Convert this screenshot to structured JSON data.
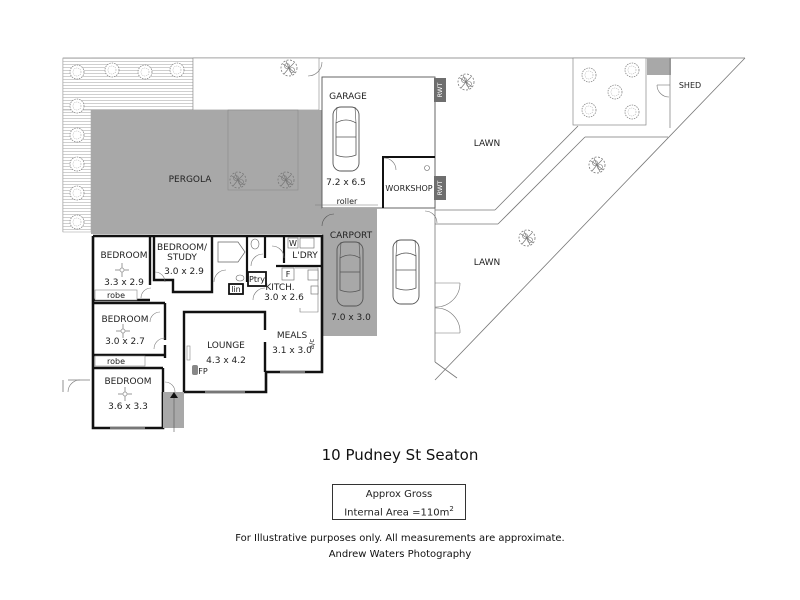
{
  "plan": {
    "address": "10 Pudney St Seaton",
    "area_box": {
      "line1": "Approx Gross",
      "line2": "Internal Area =110m",
      "unit_sup": "2"
    },
    "disclaimer": "For Illustrative purposes only.  All measurements are approximate.",
    "credit": "Andrew Waters Photography"
  },
  "rooms": {
    "pergola": {
      "name": "PERGOLA"
    },
    "garage": {
      "name": "GARAGE",
      "size": "7.2 x 6.5",
      "door": "roller"
    },
    "workshop": {
      "name": "WORKSHOP"
    },
    "rwt_top": {
      "name": "RWT"
    },
    "rwt_bottom": {
      "name": "RWT"
    },
    "carport": {
      "name": "CARPORT",
      "size": "7.0 x 3.0"
    },
    "lawn_top": {
      "name": "LAWN"
    },
    "lawn_bottom": {
      "name": "LAWN"
    },
    "shed": {
      "name": "SHED"
    },
    "bedroom1": {
      "name": "BEDROOM",
      "size": "3.3 x 2.9"
    },
    "bedroom_study": {
      "name_line1": "BEDROOM/",
      "name_line2": "STUDY",
      "size": "3.0 x 2.9"
    },
    "bedroom2": {
      "name": "BEDROOM",
      "size": "3.0 x 2.7"
    },
    "bedroom3": {
      "name": "BEDROOM",
      "size": "3.6 x 3.3"
    },
    "robe1": {
      "name": "robe"
    },
    "robe2": {
      "name": "robe"
    },
    "lounge": {
      "name": "LOUNGE",
      "size": "4.3 x 4.2",
      "fireplace": "FP"
    },
    "meals": {
      "name": "MEALS",
      "size": "3.1 x 3.0",
      "ac": "a/c"
    },
    "kitchen": {
      "name": "KITCH.",
      "size": "3.0 x 2.6",
      "fridge": "F"
    },
    "laundry": {
      "name": "L'DRY",
      "washer": "W"
    },
    "pantry": {
      "name": "Ptry"
    },
    "linen": {
      "name": "lin"
    }
  },
  "colors": {
    "paved": "#a8a8a8",
    "wall": "#111111",
    "line": "#777777",
    "decking_stripe": "#d0d0d0",
    "rwt": "#6e6e6e"
  }
}
